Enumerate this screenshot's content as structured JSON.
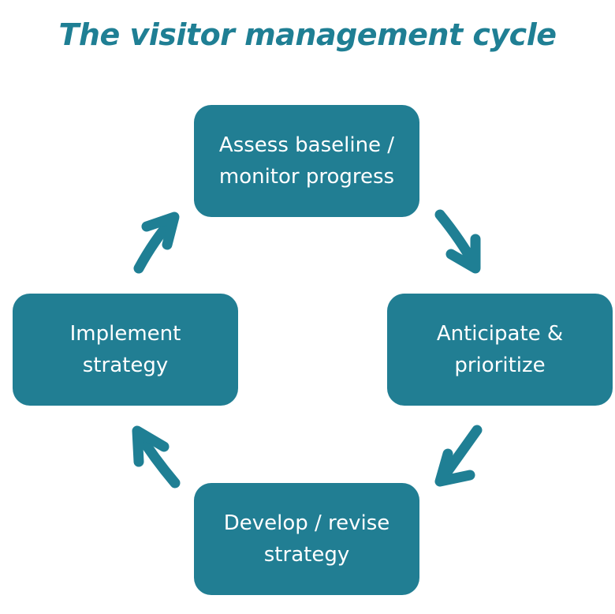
{
  "title": "The visitor management cycle",
  "colors": {
    "accent": "#1f7f94",
    "node_fill": "#217e93",
    "node_text": "#ffffff"
  },
  "nodes": [
    {
      "id": "assess",
      "line1": "Assess baseline /",
      "line2": "monitor progress"
    },
    {
      "id": "anticipate",
      "line1": "Anticipate &",
      "line2": "prioritize"
    },
    {
      "id": "develop",
      "line1": "Develop / revise",
      "line2": "strategy"
    },
    {
      "id": "implement",
      "line1": "Implement",
      "line2": "strategy"
    }
  ],
  "edges": [
    {
      "from": "assess",
      "to": "anticipate",
      "direction": "down-right"
    },
    {
      "from": "anticipate",
      "to": "develop",
      "direction": "down-left"
    },
    {
      "from": "develop",
      "to": "implement",
      "direction": "up-left"
    },
    {
      "from": "implement",
      "to": "assess",
      "direction": "up-right"
    }
  ]
}
